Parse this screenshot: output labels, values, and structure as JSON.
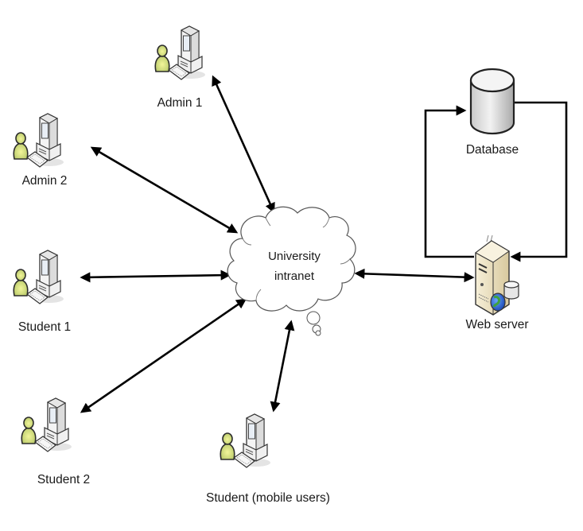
{
  "diagram": {
    "title": "",
    "hub": {
      "id": "intranet",
      "lines": [
        "University",
        "intranet"
      ]
    },
    "clients": [
      {
        "id": "admin1",
        "label": "Admin 1",
        "icon": "user-workstation-icon"
      },
      {
        "id": "admin2",
        "label": "Admin 2",
        "icon": "user-workstation-icon"
      },
      {
        "id": "student1",
        "label": "Student 1",
        "icon": "user-workstation-icon"
      },
      {
        "id": "student2",
        "label": "Student 2",
        "icon": "user-workstation-icon"
      },
      {
        "id": "student_mobile",
        "label": "Student (mobile users)",
        "icon": "user-workstation-icon"
      }
    ],
    "server": {
      "id": "webserver",
      "label": "Web server",
      "icon": "web-server-icon"
    },
    "database": {
      "id": "database",
      "label": "Database",
      "icon": "database-icon"
    },
    "connections": [
      {
        "from": "admin1",
        "to": "intranet",
        "type": "bidirectional"
      },
      {
        "from": "admin2",
        "to": "intranet",
        "type": "bidirectional"
      },
      {
        "from": "student1",
        "to": "intranet",
        "type": "bidirectional"
      },
      {
        "from": "student2",
        "to": "intranet",
        "type": "bidirectional"
      },
      {
        "from": "student_mobile",
        "to": "intranet",
        "type": "bidirectional"
      },
      {
        "from": "intranet",
        "to": "webserver",
        "type": "bidirectional"
      },
      {
        "from": "webserver",
        "to": "database",
        "type": "directed"
      },
      {
        "from": "database",
        "to": "webserver",
        "type": "directed"
      }
    ],
    "colors": {
      "line": "#000000",
      "user_body": "#d6e27a",
      "user_outline": "#2b2b2b",
      "server_body": "#efe4c4",
      "database_body": "#d9d9d9"
    }
  }
}
